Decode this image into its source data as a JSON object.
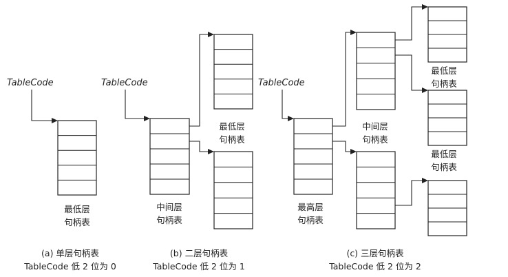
{
  "pointer_label": "TableCode",
  "panels": [
    {
      "tables": [
        "最低层\n句柄表"
      ],
      "caption_line1": "(a) 单层句柄表",
      "caption_line2": "TableCode 低 2 位为 0"
    },
    {
      "tables": [
        "中间层\n句柄表",
        "最低层\n句柄表"
      ],
      "caption_line1": "(b) 二层句柄表",
      "caption_line2": "TableCode 低 2 位为 1"
    },
    {
      "tables": [
        "最高层\n句柄表",
        "中间层\n句柄表",
        "最低层\n句柄表",
        "最低层\n句柄表"
      ],
      "caption_line1": "(c) 三层句柄表",
      "caption_line2": "TableCode 低 2 位为 2"
    }
  ]
}
